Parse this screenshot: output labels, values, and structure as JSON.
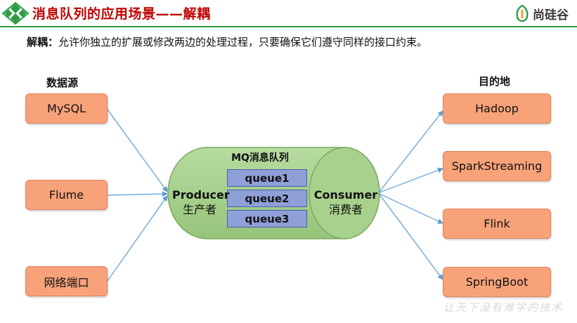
{
  "header": {
    "title": "消息队列的应用场景——解耦",
    "brand_name": "尚硅谷",
    "accent_color": "#2e9d49",
    "title_color": "#c00000"
  },
  "description": {
    "keyword": "解耦：",
    "text": "允许你独立的扩展或修改两边的处理过程，只要确保它们遵守同样的接口约束。"
  },
  "sources": {
    "label": "数据源",
    "items": [
      "MySQL",
      "Flume",
      "网络端口"
    ]
  },
  "destinations": {
    "label": "目的地",
    "items": [
      "Hadoop",
      "SparkStreaming",
      "Flink",
      "SpringBoot"
    ]
  },
  "mq": {
    "title": "MQ消息队列",
    "queues": [
      "queue1",
      "queue2",
      "queue3"
    ],
    "producer": {
      "en": "Producer",
      "cn": "生产者"
    },
    "consumer": {
      "en": "Consumer",
      "cn": "消费者"
    }
  },
  "watermark": "让天下没有难学的技术",
  "colors": {
    "box_fill": "#f8a27a",
    "cylinder_fill": "#a9d18e",
    "queue_fill": "#8f9fd8",
    "arrow": "#5b9bd5"
  }
}
